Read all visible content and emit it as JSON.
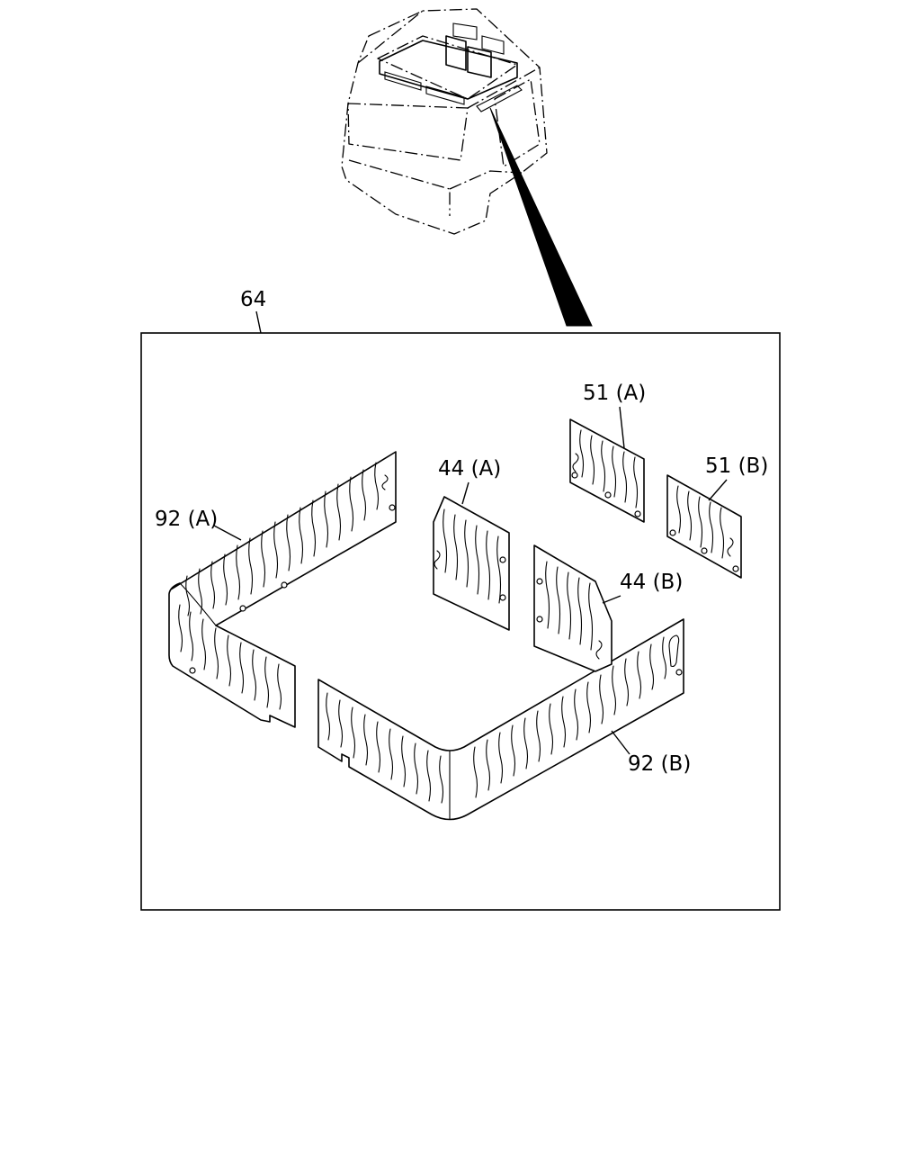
{
  "labels": {
    "assembly": "64",
    "side_lining_a": "92 (A)",
    "side_lining_b": "92 (B)",
    "rear_lining_a": "44 (A)",
    "rear_lining_b": "44 (B)",
    "upper_lining_a": "51 (A)",
    "upper_lining_b": "51 (B)"
  }
}
